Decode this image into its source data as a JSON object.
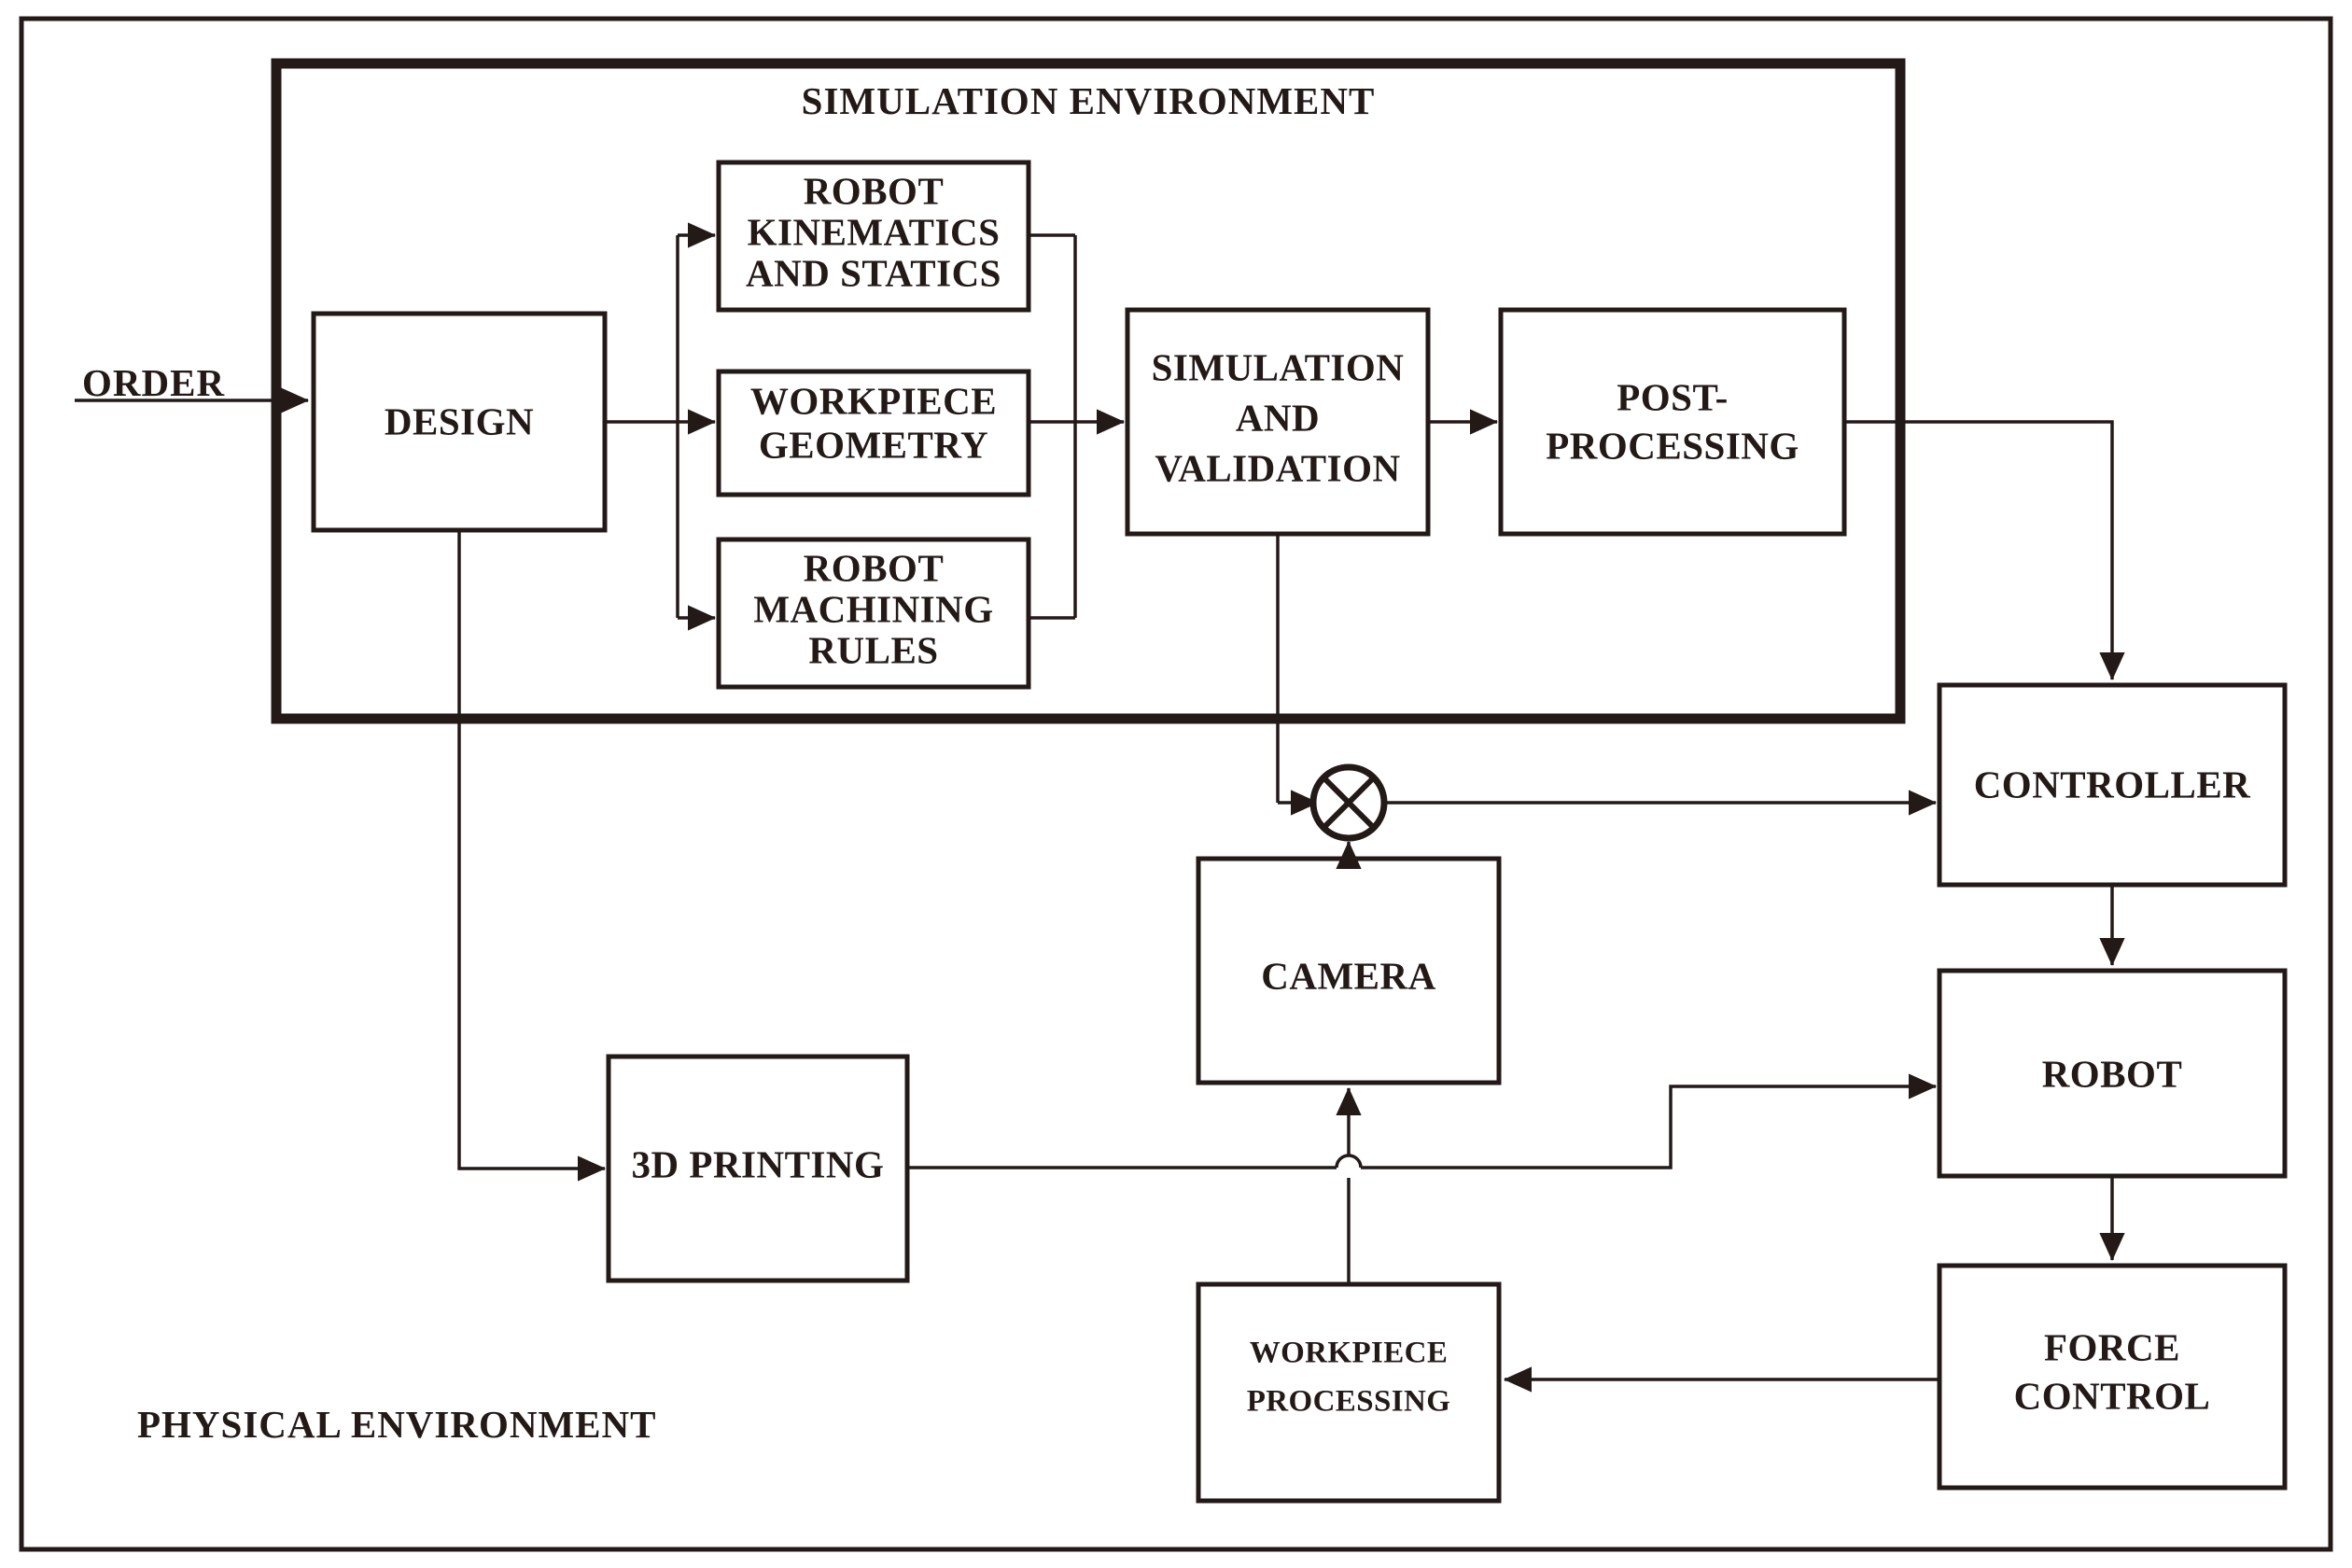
{
  "diagram": {
    "title": "Robotic machining simulation and physical execution block diagram",
    "environments": {
      "simulation_label": "SIMULATION  ENVIRONMENT",
      "physical_label": "PHYSICAL  ENVIRONMENT"
    },
    "external_inputs": [
      {
        "id": "order",
        "label": "ORDER"
      }
    ],
    "nodes": [
      {
        "id": "design",
        "label": "DESIGN",
        "lines": [
          "DESIGN"
        ]
      },
      {
        "id": "robot-kinematics",
        "label": "ROBOT KINEMATICS AND STATICS",
        "lines": [
          "ROBOT",
          "KINEMATICS",
          "AND STATICS"
        ]
      },
      {
        "id": "workpiece-geometry",
        "label": "WORKPIECE GEOMETRY",
        "lines": [
          "WORKPIECE",
          "GEOMETRY"
        ]
      },
      {
        "id": "robot-machining-rules",
        "label": "ROBOT MACHINING RULES",
        "lines": [
          "ROBOT",
          "MACHINING",
          "RULES"
        ]
      },
      {
        "id": "simulation-validation",
        "label": "SIMULATION AND VALIDATION",
        "lines": [
          "SIMULATION",
          "AND",
          "VALIDATION"
        ]
      },
      {
        "id": "post-processing",
        "label": "POST-PROCESSING",
        "lines": [
          "POST-",
          "PROCESSING"
        ]
      },
      {
        "id": "controller",
        "label": "CONTROLLER",
        "lines": [
          "CONTROLLER"
        ]
      },
      {
        "id": "robot",
        "label": "ROBOT",
        "lines": [
          "ROBOT"
        ]
      },
      {
        "id": "force-control",
        "label": "FORCE CONTROL",
        "lines": [
          "FORCE",
          "CONTROL"
        ]
      },
      {
        "id": "three-d-printing",
        "label": "3D PRINTING",
        "lines": [
          "3D PRINTING"
        ]
      },
      {
        "id": "camera",
        "label": "CAMERA",
        "lines": [
          "CAMERA"
        ]
      },
      {
        "id": "workpiece-processing",
        "label": "WORKPIECE PROCESSING",
        "lines": [
          "WORKPIECE",
          "PROCESSING"
        ]
      }
    ],
    "junctions": [
      {
        "id": "comparator",
        "symbol": "crossed-circle"
      }
    ],
    "edges": [
      {
        "from": "order",
        "to": "design"
      },
      {
        "from": "design",
        "to": "robot-kinematics"
      },
      {
        "from": "design",
        "to": "workpiece-geometry"
      },
      {
        "from": "design",
        "to": "robot-machining-rules"
      },
      {
        "from": "design",
        "to": "three-d-printing"
      },
      {
        "from": "robot-kinematics",
        "to": "simulation-validation"
      },
      {
        "from": "workpiece-geometry",
        "to": "simulation-validation"
      },
      {
        "from": "robot-machining-rules",
        "to": "simulation-validation"
      },
      {
        "from": "simulation-validation",
        "to": "post-processing"
      },
      {
        "from": "simulation-validation",
        "to": "comparator"
      },
      {
        "from": "post-processing",
        "to": "controller"
      },
      {
        "from": "comparator",
        "to": "controller"
      },
      {
        "from": "camera",
        "to": "comparator"
      },
      {
        "from": "controller",
        "to": "robot"
      },
      {
        "from": "robot",
        "to": "force-control"
      },
      {
        "from": "force-control",
        "to": "workpiece-processing"
      },
      {
        "from": "workpiece-processing",
        "to": "camera"
      },
      {
        "from": "three-d-printing",
        "to": "robot"
      }
    ],
    "colors": {
      "ink": "#231a18",
      "background": "#ffffff"
    }
  }
}
